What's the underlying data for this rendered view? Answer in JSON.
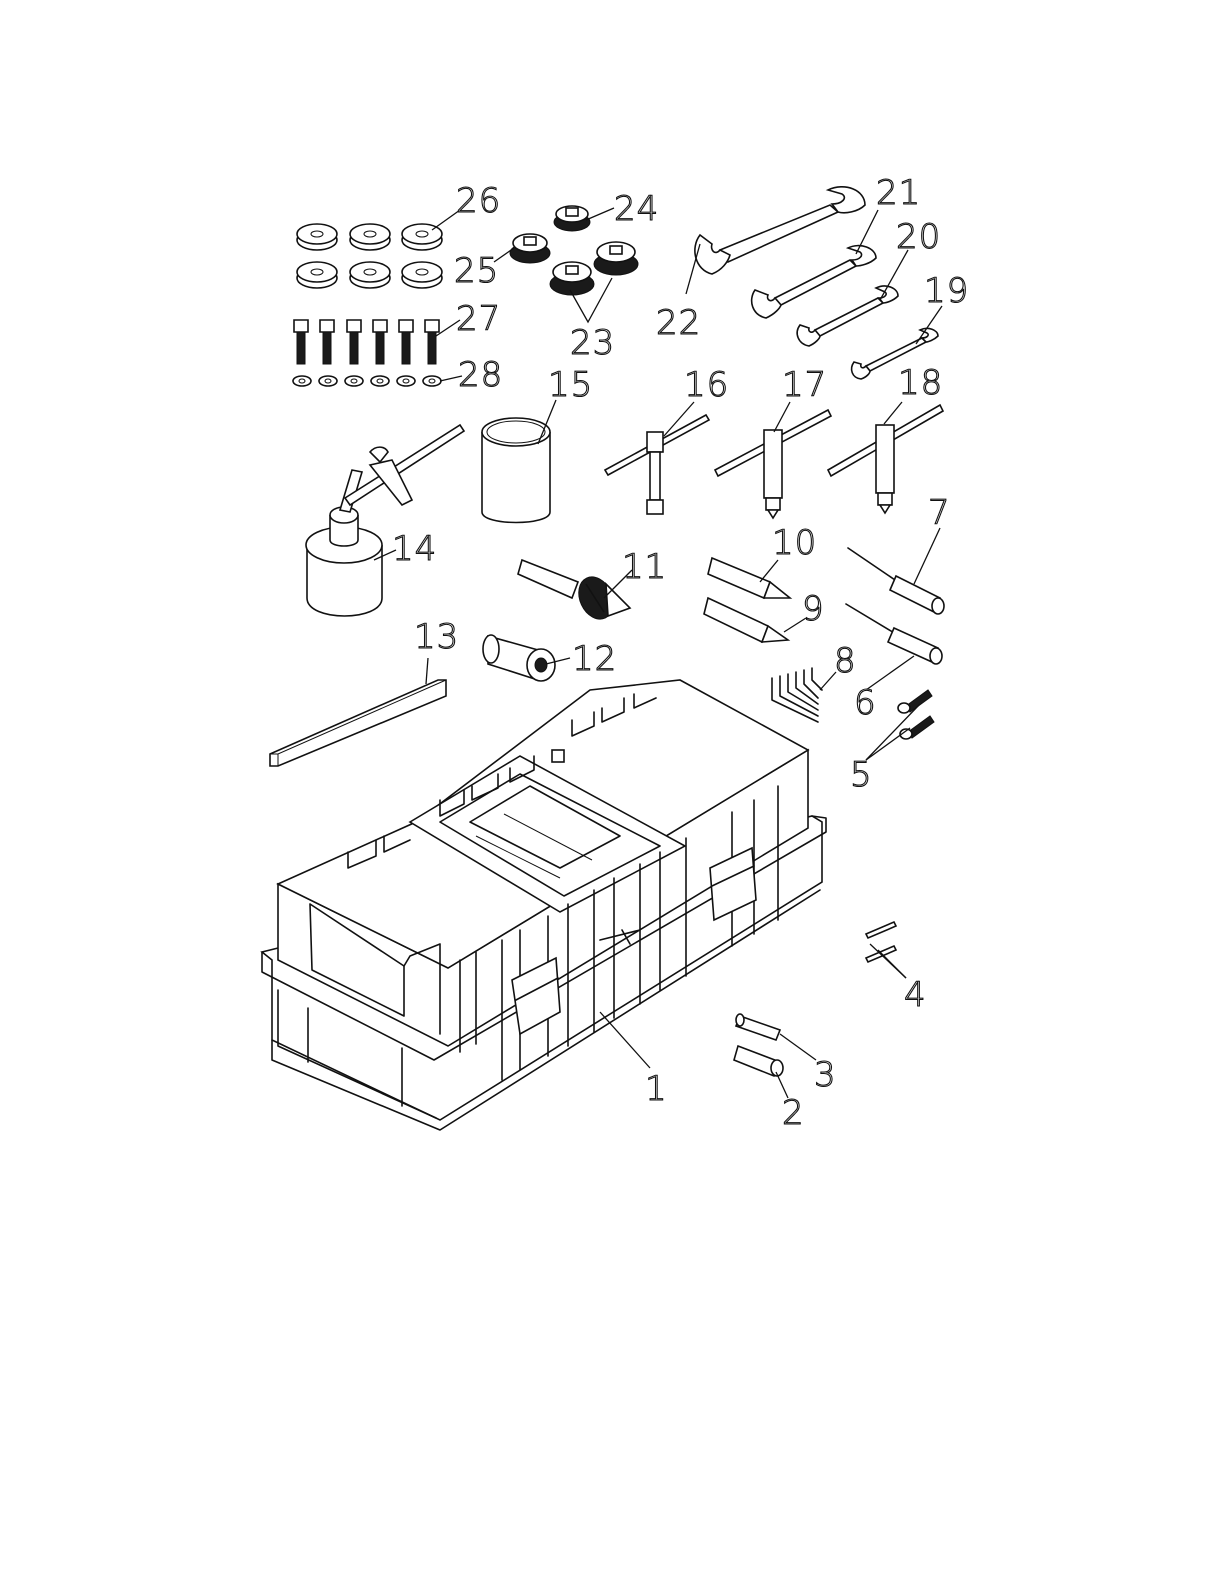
{
  "diagram": {
    "part_labels": [
      "1",
      "2",
      "3",
      "4",
      "5",
      "6",
      "7",
      "8",
      "9",
      "10",
      "11",
      "12",
      "13",
      "14",
      "15",
      "16",
      "17",
      "18",
      "19",
      "20",
      "21",
      "22",
      "23",
      "24",
      "25",
      "26",
      "27",
      "28"
    ]
  },
  "colors": {
    "line": "#111111",
    "background": "#ffffff"
  }
}
